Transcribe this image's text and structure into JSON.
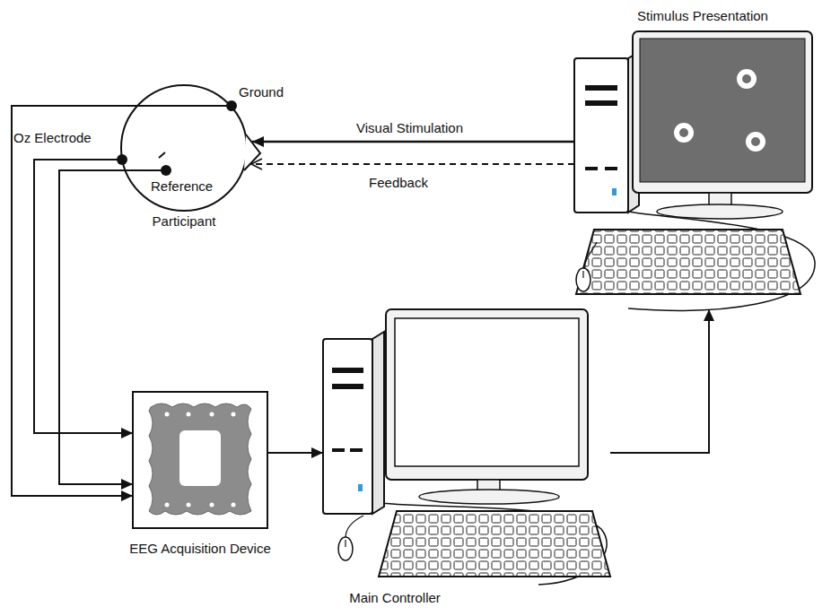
{
  "diagram": {
    "nodes": [
      {
        "text": [
          "Participant"
        ]
      },
      {
        "text": [
          "Stimulus Presentation"
        ]
      },
      {
        "text": [
          "EEG Acquisition Device"
        ]
      },
      {
        "text": [
          "Main Controller"
        ]
      }
    ],
    "edges": [
      {
        "from": 1,
        "to": 0,
        "label": "Visual Stimulation",
        "arrow": "to"
      },
      {
        "from": 1,
        "to": 0,
        "label": "Feedback",
        "arrow": "to"
      },
      {
        "from": 0,
        "to": 2,
        "arrow": "to"
      },
      {
        "from": 0,
        "to": 2,
        "arrow": "to"
      },
      {
        "from": 0,
        "to": 2,
        "arrow": "to"
      },
      {
        "from": 2,
        "to": 3,
        "arrow": "to"
      },
      {
        "from": 3,
        "to": 1,
        "arrow": "to"
      }
    ],
    "labels": [
      "Ground",
      "Oz Electrode",
      "Reference"
    ]
  }
}
